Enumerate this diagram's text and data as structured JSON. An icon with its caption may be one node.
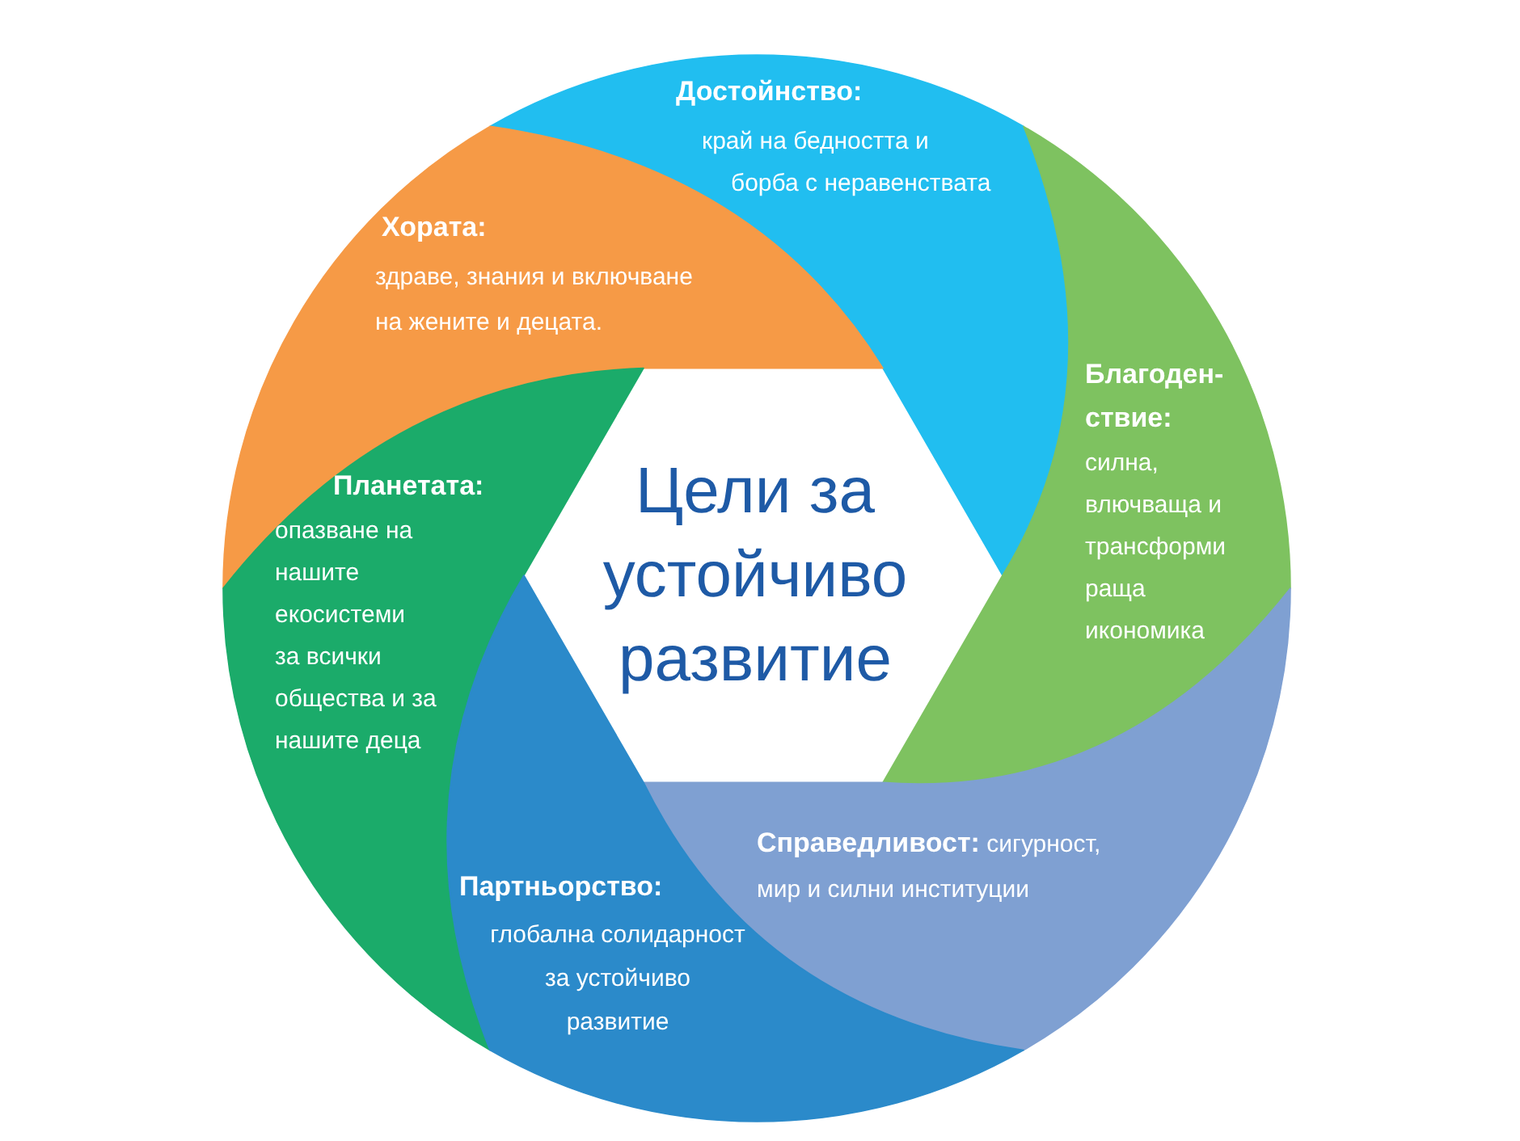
{
  "diagram": {
    "nodes": [
      {
        "text": [
          "Достойнство:",
          "край на бедността и борба с неравенствата"
        ]
      },
      {
        "text": [
          "Хората:",
          "здраве, знания и включване на жените и децата."
        ]
      },
      {
        "text": [
          "Благоден- ствие:",
          "силна, влючваща и трансформи раща икономика"
        ]
      },
      {
        "text": [
          "Цели за устойчиво развитие"
        ]
      },
      {
        "text": [
          "Планетата:",
          "опазване на нашите екосистеми за всички общества и за нашите деца"
        ]
      },
      {
        "text": [
          "**Справедливост:** сигурност, мир и силни институции"
        ]
      },
      {
        "text": [
          "Партньорство:",
          "глобална солидарност за устойчиво развитие"
        ]
      }
    ]
  }
}
